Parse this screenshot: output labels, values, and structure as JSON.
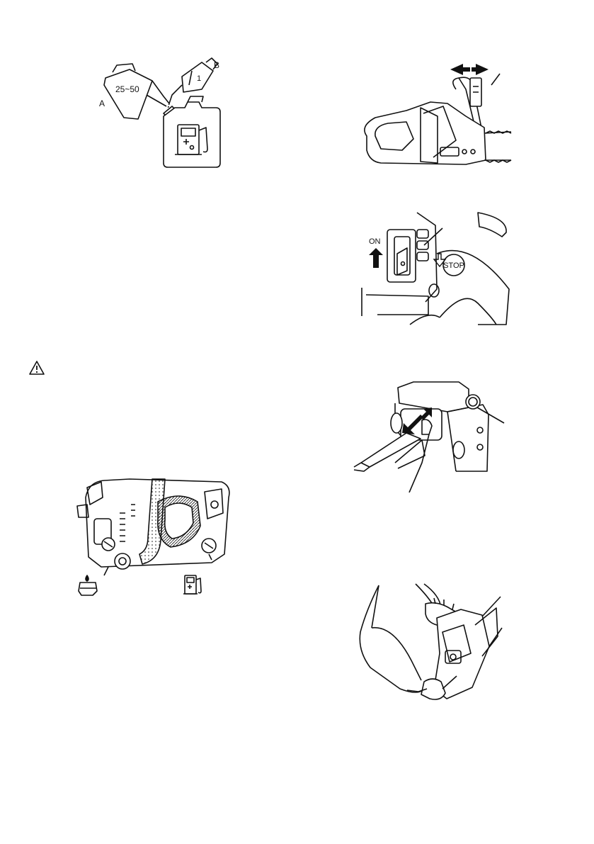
{
  "figures": {
    "fuel_mixing": {
      "label_a": "A",
      "label_b": "B",
      "ratio_can": "25~50",
      "ratio_bottle": "1",
      "icons": [
        "fuel-pump-icon"
      ]
    },
    "chain_brake": {
      "icons": [
        "double-arrow-icon"
      ]
    },
    "on_switch": {
      "on_label": "ON",
      "stop_label": "STOP",
      "icons": [
        "up-arrow-icon",
        "down-arrow-outline-icon"
      ]
    },
    "choke_lever": {
      "icons": [
        "diagonal-double-arrow-icon"
      ]
    },
    "fill_caps": {
      "icons": [
        "chain-oil-icon",
        "fuel-pump-icon"
      ]
    },
    "starting_position": {}
  },
  "warning_symbol": "warning-triangle-icon"
}
